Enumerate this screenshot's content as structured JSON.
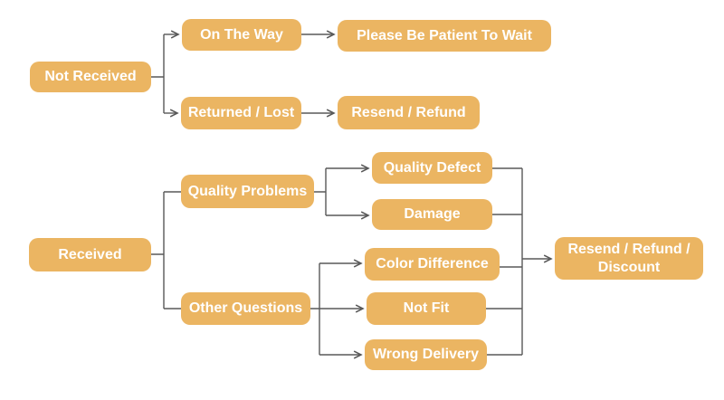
{
  "diagram": {
    "type": "flowchart",
    "colors": {
      "background": "#FFFFFF",
      "node_fill": "#EBB562",
      "node_text": "#FFFFFF",
      "connector": "#595959"
    },
    "nodes": {
      "not_received": {
        "label": "Not Received"
      },
      "on_the_way": {
        "label": "On The Way"
      },
      "please_wait": {
        "label": "Please Be Patient To Wait"
      },
      "returned_lost": {
        "label": "Returned / Lost"
      },
      "resend_refund": {
        "label": "Resend / Refund"
      },
      "received": {
        "label": "Received"
      },
      "quality_problems": {
        "label": "Quality Problems"
      },
      "other_questions": {
        "label": "Other Questions"
      },
      "quality_defect": {
        "label": "Quality Defect"
      },
      "damage": {
        "label": "Damage"
      },
      "color_difference": {
        "label": "Color Difference"
      },
      "not_fit": {
        "label": "Not Fit"
      },
      "wrong_delivery": {
        "label": "Wrong Delivery"
      },
      "resend_refund_discount": {
        "label": "Resend / Refund / Discount"
      }
    },
    "edges": [
      {
        "from": "Not Received",
        "to": "On The Way",
        "arrow": true
      },
      {
        "from": "Not Received",
        "to": "Returned / Lost",
        "arrow": true
      },
      {
        "from": "On The Way",
        "to": "Please Be Patient To Wait",
        "arrow": true
      },
      {
        "from": "Returned / Lost",
        "to": "Resend / Refund",
        "arrow": true
      },
      {
        "from": "Received",
        "to": "Quality Problems",
        "arrow": false
      },
      {
        "from": "Received",
        "to": "Other Questions",
        "arrow": false
      },
      {
        "from": "Quality Problems",
        "to": "Quality Defect",
        "arrow": true
      },
      {
        "from": "Quality Problems",
        "to": "Damage",
        "arrow": true
      },
      {
        "from": "Other Questions",
        "to": "Color Difference",
        "arrow": true
      },
      {
        "from": "Other Questions",
        "to": "Not Fit",
        "arrow": true
      },
      {
        "from": "Other Questions",
        "to": "Wrong Delivery",
        "arrow": true
      },
      {
        "from": "Quality Defect",
        "to": "Resend / Refund / Discount",
        "arrow": true
      },
      {
        "from": "Damage",
        "to": "Resend / Refund / Discount",
        "arrow": true
      },
      {
        "from": "Color Difference",
        "to": "Resend / Refund / Discount",
        "arrow": true
      },
      {
        "from": "Not Fit",
        "to": "Resend / Refund / Discount",
        "arrow": true
      },
      {
        "from": "Wrong Delivery",
        "to": "Resend / Refund / Discount",
        "arrow": true
      }
    ]
  }
}
